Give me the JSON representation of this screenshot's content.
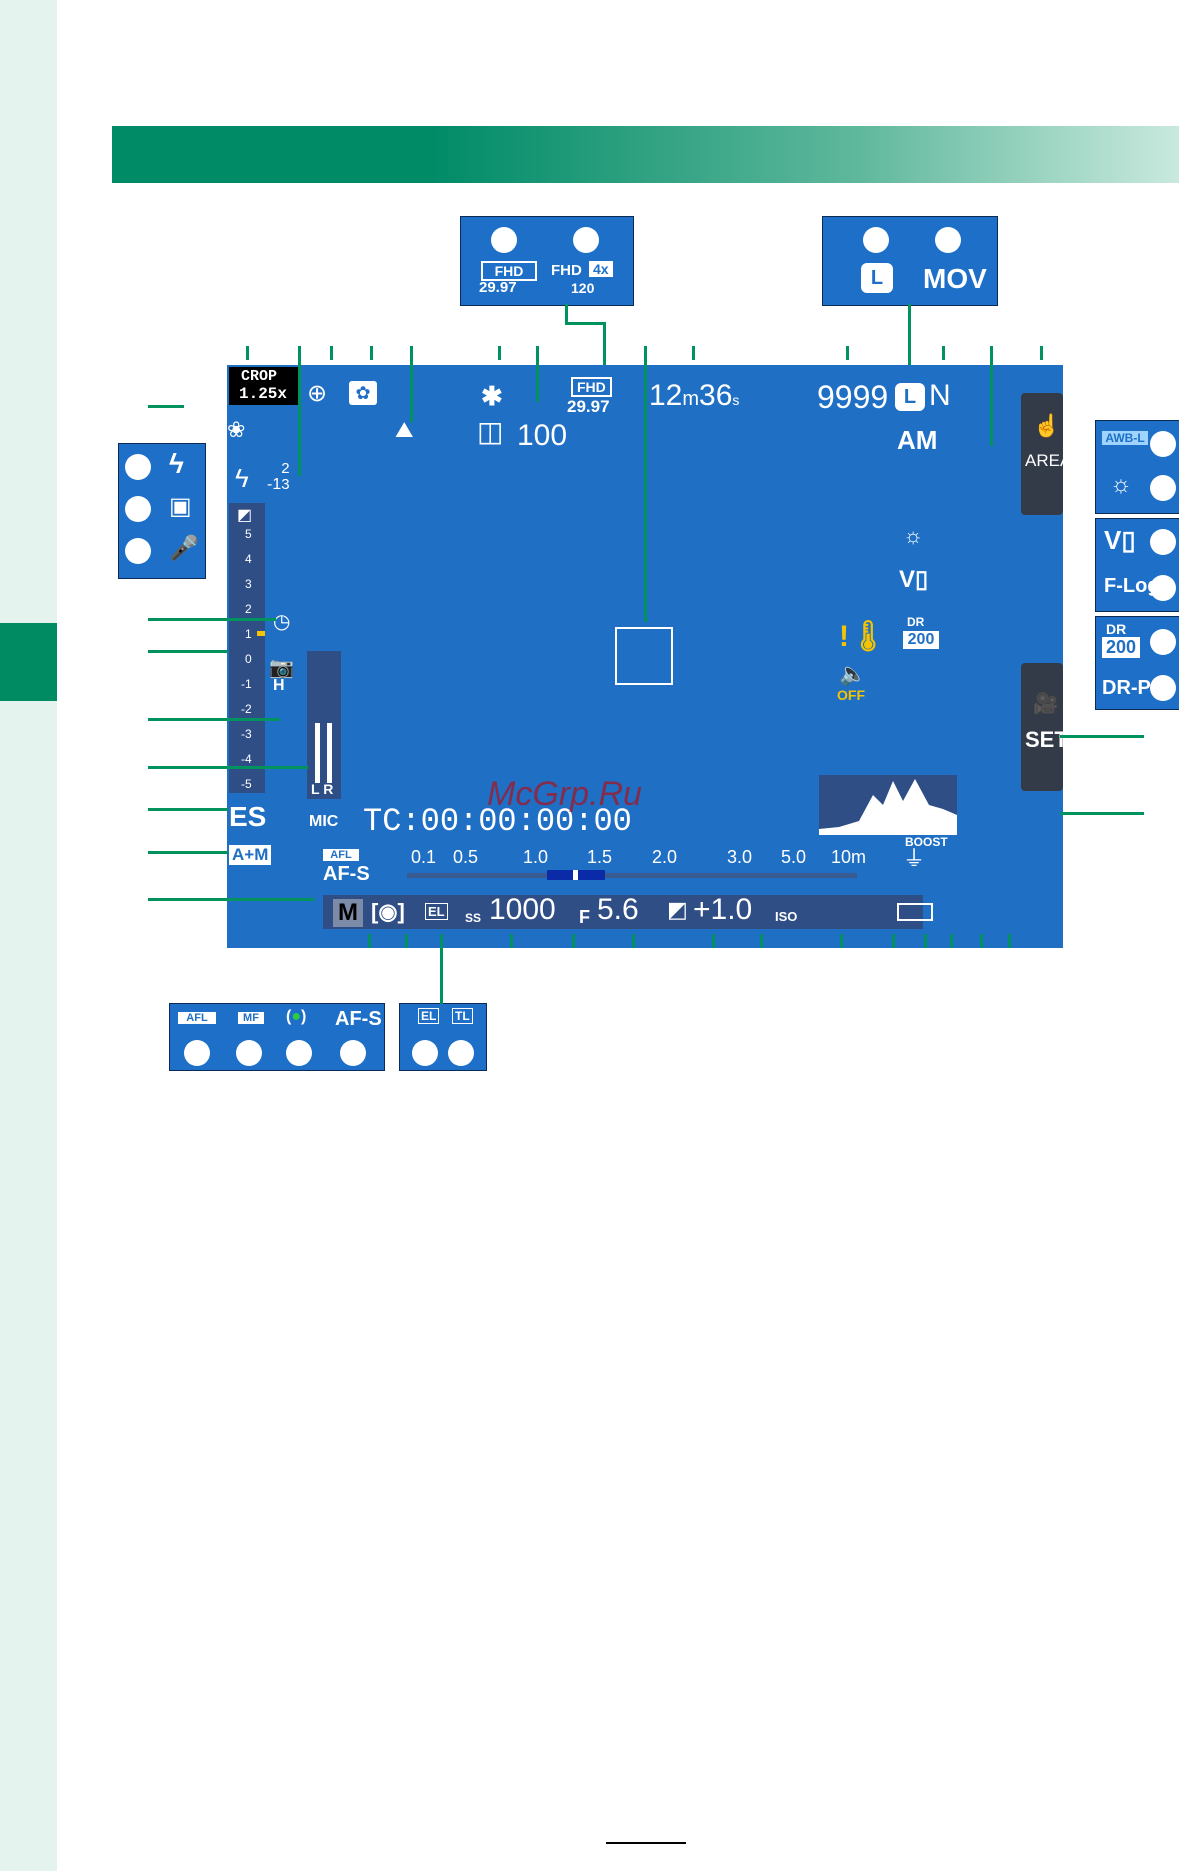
{
  "crop": {
    "label": "CROP",
    "zoom": "1.25x"
  },
  "exposure_step": {
    "sign": "-1",
    "num": "2",
    "den": "3"
  },
  "frame_rate": "29.97",
  "recording_time": {
    "min": "12",
    "m": "m",
    "sec": "36",
    "s": "s"
  },
  "shots_remaining": "9999",
  "image_quality": "N",
  "time_am": "AM",
  "battery_count": "100",
  "area_label": "AREA",
  "set_label": "SET",
  "boost_label": "BOOST",
  "shutter_mode": "ES",
  "am_mode": "A+M",
  "mic_label": "MIC",
  "lr_label": "L R",
  "afl_label": "AFL",
  "af_mode": "AF-S",
  "timecode": "TC:00:00:00:00",
  "distance_scale": [
    "0.1",
    "0.5",
    "1.0",
    "1.5",
    "2.0",
    "3.0",
    "5.0",
    "10m"
  ],
  "exp_mode": "M",
  "shutter_speed": "1000",
  "ss_label": "SS",
  "f_label": "F",
  "aperture": "5.6",
  "exp_comp": "+1.0",
  "iso_label": "ISO",
  "scale_values": [
    "5",
    "4",
    "3",
    "2",
    "1",
    "0",
    "-1",
    "-2",
    "-3",
    "-4",
    "-5"
  ],
  "callout_top1": {
    "a": "FHD",
    "a_rate": "29.97",
    "b": "FHD",
    "b_speed": "4x",
    "b_rate": "120"
  },
  "callout_top2": {
    "mov": "MOV"
  },
  "callout_wb": {
    "awb": "AWB-L"
  },
  "callout_flog": {
    "flog": "F-Log"
  },
  "callout_dr": {
    "dr": "DR",
    "dr_val": "200",
    "drp": "DR-P"
  },
  "callout_af": {
    "afl": "AFL",
    "mf": "MF",
    "afs": "AF-S"
  },
  "small_dr": {
    "dr": "DR",
    "val": "200"
  },
  "watermark": "McGrp.Ru",
  "burst": "H",
  "temp_off": "OFF"
}
